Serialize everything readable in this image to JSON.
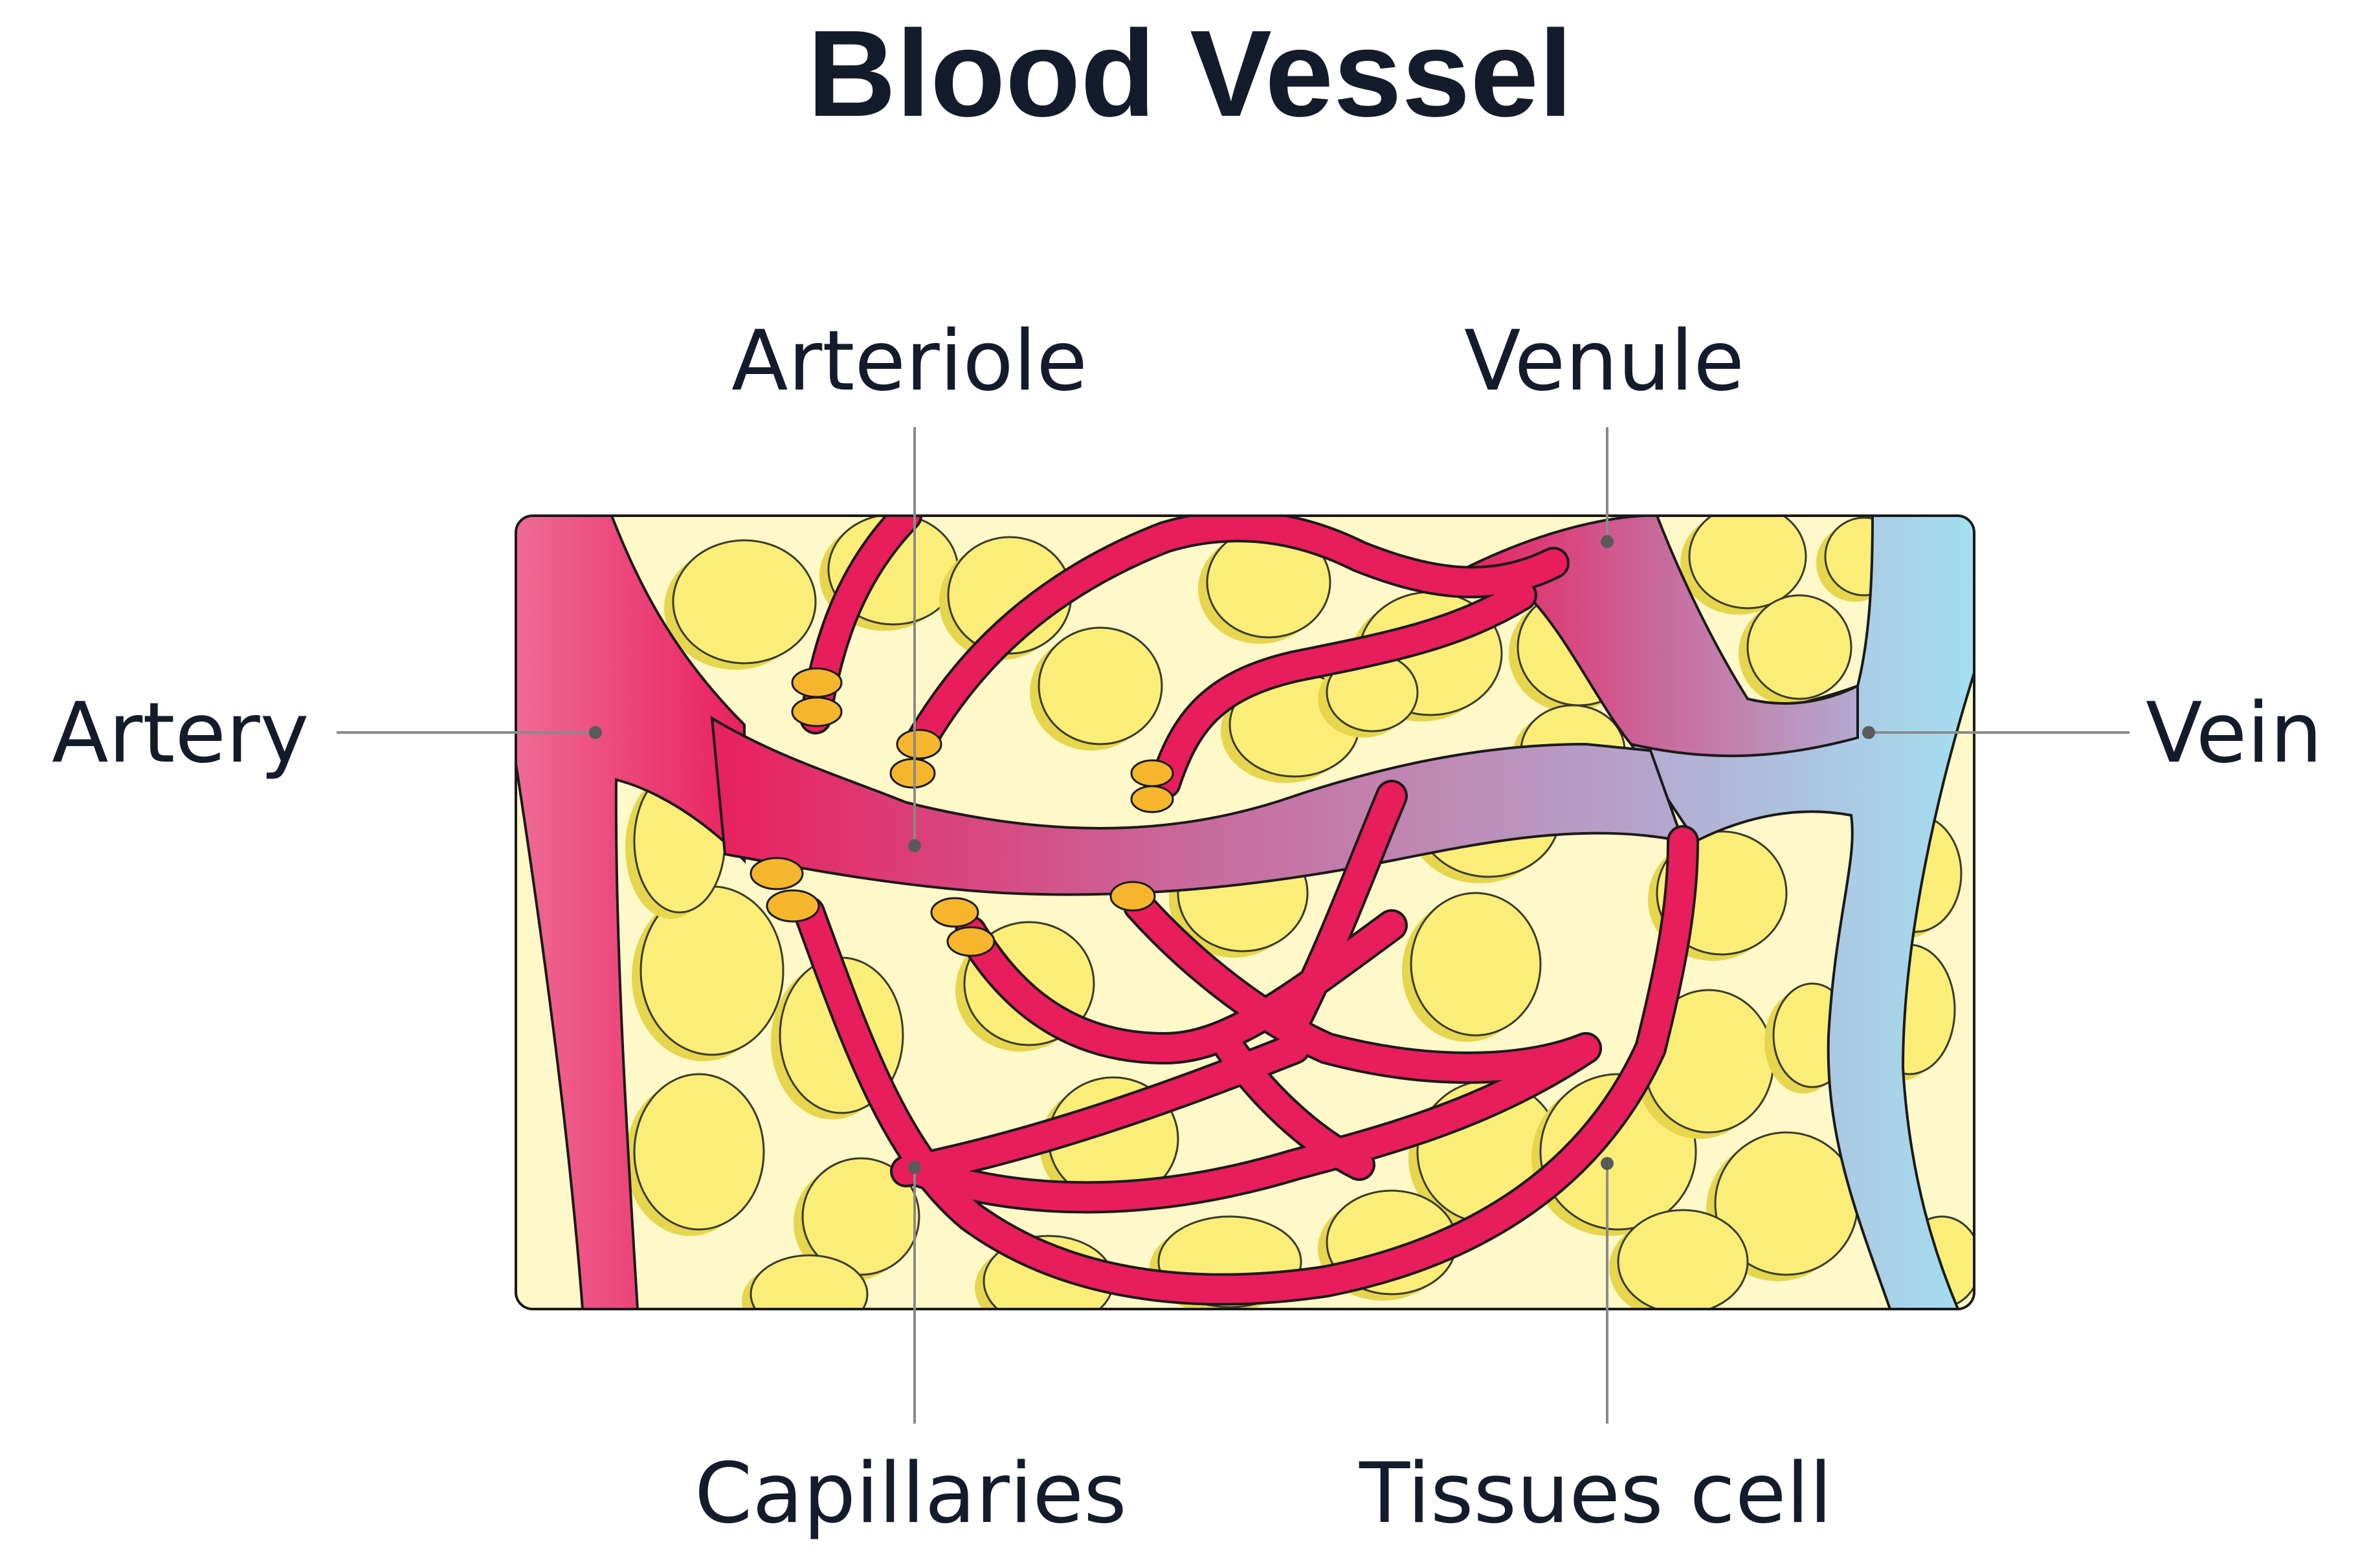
{
  "title": "Blood Vessel",
  "labels": {
    "artery": "Artery",
    "arteriole": "Arteriole",
    "venule": "Venule",
    "vein": "Vein",
    "capillaries": "Capillaries",
    "tissues_cell": "Tissues cell"
  },
  "colors": {
    "background": "#fff8c8",
    "tissue_cell": "#fbee78",
    "tissue_cell_shadow": "#e6d64e",
    "artery": "#ee5a8c",
    "capillary": "#e81d5c",
    "vein": "#a6dcef",
    "venule": "#c66f9e",
    "sphincter": "#f5b62e",
    "leader_line": "#8a8a8a",
    "text": "#141b2b"
  }
}
